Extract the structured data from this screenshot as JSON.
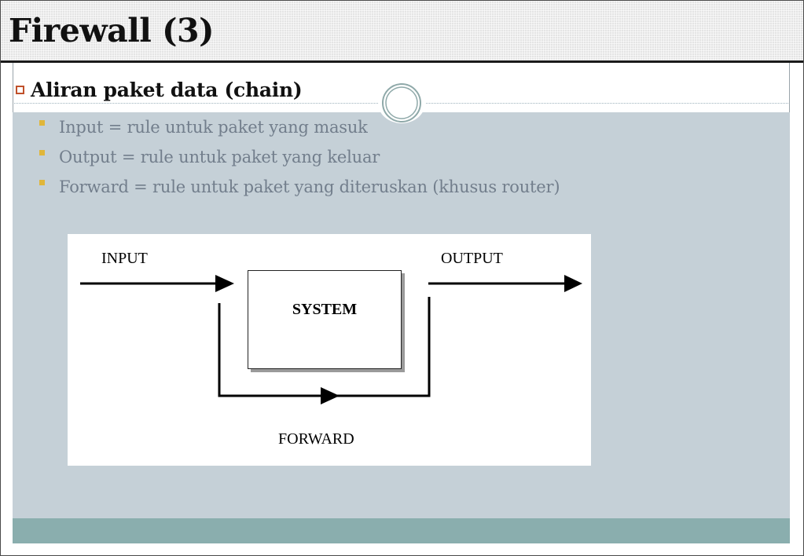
{
  "slide": {
    "title": "Firewall (3)",
    "heading": "Aliran paket data (chain)",
    "bullets": [
      "Input = rule untuk paket yang masuk",
      "Output = rule untuk paket yang keluar",
      "Forward = rule untuk paket yang diteruskan (khusus router)"
    ]
  },
  "diagram": {
    "input_label": "INPUT",
    "output_label": "OUTPUT",
    "system_label": "SYSTEM",
    "forward_label": "FORWARD"
  },
  "colors": {
    "content_background": "#c5d0d7",
    "footer_band": "#8aaeae",
    "bullet_text": "#727e8c",
    "bullet_marker": "#e0b63a",
    "heading_marker": "#c0502a"
  },
  "icons": {
    "heading_marker": "hollow-square-bullet-icon",
    "bullet_marker": "filled-square-bullet-icon",
    "decoration": "double-ring-icon"
  }
}
